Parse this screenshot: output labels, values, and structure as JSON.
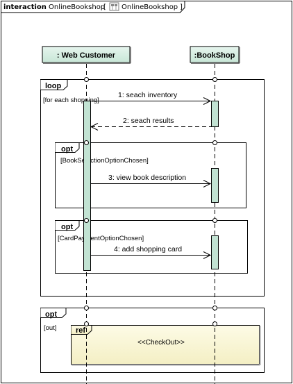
{
  "frame": {
    "keyword": "interaction",
    "name": "OnlineBookshop",
    "bracket_open": "[",
    "diagram_ref": "OnlineBookshop",
    "bracket_close": "]"
  },
  "lifelines": [
    {
      "label": ": Web Customer"
    },
    {
      "label": ":BookShop"
    }
  ],
  "fragments": {
    "loop": {
      "operator": "loop",
      "guard": "[for each shopping]"
    },
    "opt1": {
      "operator": "opt",
      "guard": "[BookSelectionOptionChosen]"
    },
    "opt2": {
      "operator": "opt",
      "guard": "[CardPaymentOptionChosen]"
    },
    "opt3": {
      "operator": "opt",
      "guard": "[out]"
    }
  },
  "messages": [
    {
      "label": "1:  seach inventory"
    },
    {
      "label": "2:  seach results"
    },
    {
      "label": "3:  view book description"
    },
    {
      "label": "4:  add shopping card"
    }
  ],
  "ref": {
    "operator": "ref",
    "label": "<<CheckOut>>"
  },
  "colors": {
    "lifeline_head": "#d2ebdf",
    "activation": "#c2e3d3",
    "ref_fill": "#fbf8d8",
    "border": "#000000"
  }
}
